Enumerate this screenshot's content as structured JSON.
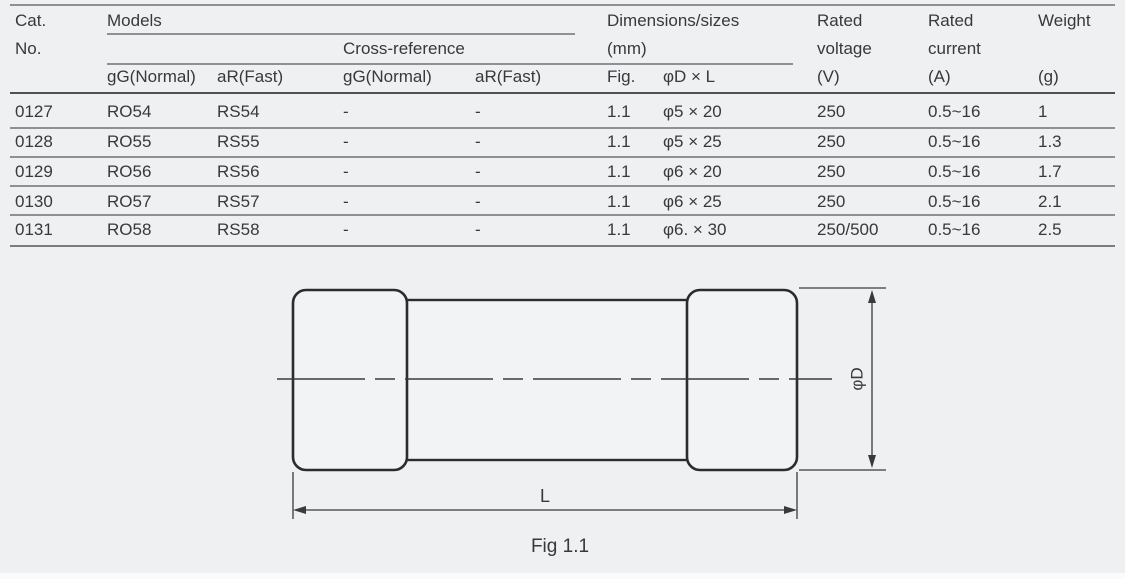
{
  "table": {
    "header": {
      "cat_line1": "Cat.",
      "cat_line2": "No.",
      "models": "Models",
      "cross_reference": "Cross-reference",
      "dimensions_line1": "Dimensions/sizes",
      "dimensions_line2": "(mm)",
      "rated_voltage_line1": "Rated",
      "rated_voltage_line2": "voltage",
      "rated_voltage_line3": "(V)",
      "rated_current_line1": "Rated",
      "rated_current_line2": "current",
      "rated_current_line3": "(A)",
      "weight_line1": "Weight",
      "weight_line2": "(g)",
      "sub": [
        "gG(Normal)",
        "aR(Fast)",
        "gG(Normal)",
        "aR(Fast)",
        "Fig.",
        "φD × L"
      ]
    },
    "rows": [
      [
        "0127",
        "RO54",
        "RS54",
        "-",
        "-",
        "1.1",
        "φ5 × 20",
        "250",
        "0.5~16",
        "1"
      ],
      [
        "0128",
        "RO55",
        "RS55",
        "-",
        "-",
        "1.1",
        "φ5 × 25",
        "250",
        "0.5~16",
        "1.3"
      ],
      [
        "0129",
        "RO56",
        "RS56",
        "-",
        "-",
        "1.1",
        "φ6 × 20",
        "250",
        "0.5~16",
        "1.7"
      ],
      [
        "0130",
        "RO57",
        "RS57",
        "-",
        "-",
        "1.1",
        "φ6 × 25",
        "250",
        "0.5~16",
        "2.1"
      ],
      [
        "0131",
        "RO58",
        "RS58",
        "-",
        "-",
        "1.1",
        "φ6. × 30",
        "250/500",
        "0.5~16",
        "2.5"
      ]
    ]
  },
  "figure": {
    "diameter_label": "φD",
    "length_label": "L",
    "caption": "Fig 1.1"
  },
  "colors": {
    "background": "#eff0f1",
    "ink": "#38383d",
    "grid_line": "#8f8f95",
    "header_rule": "#505055",
    "drawing_stroke": "#2c2c30"
  }
}
